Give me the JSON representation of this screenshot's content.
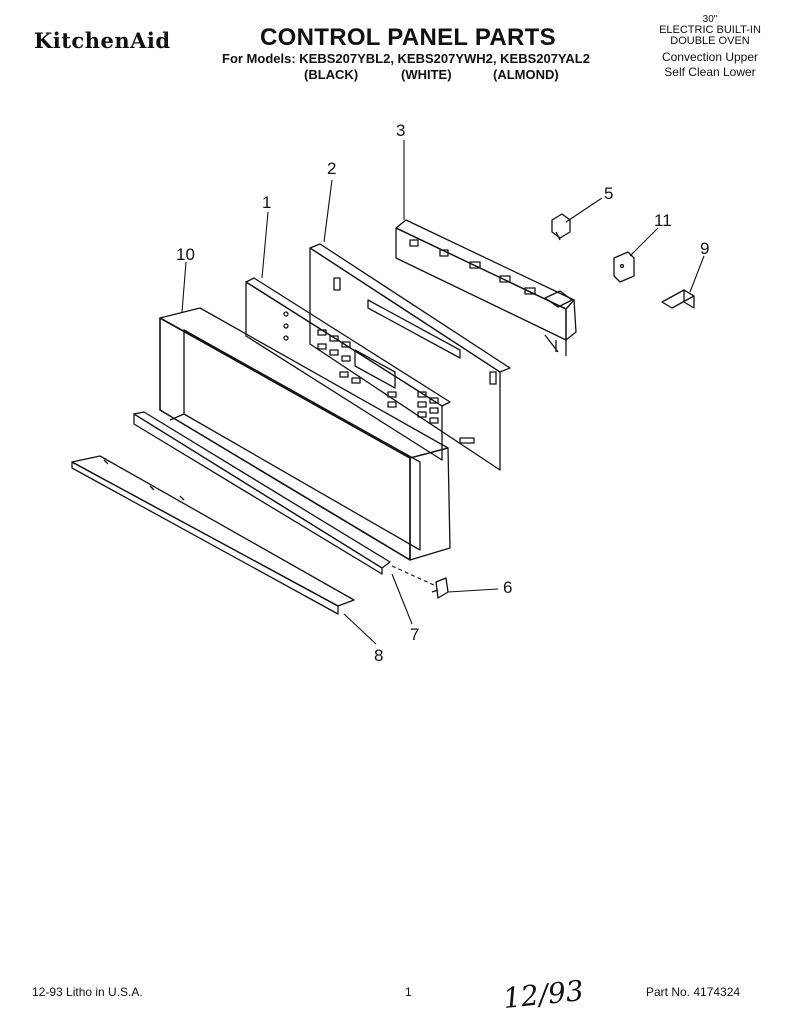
{
  "header": {
    "brand": "KitchenAid",
    "title": "CONTROL PANEL PARTS",
    "models_line": "For Models: KEBS207YBL2, KEBS207YWH2, KEBS207YAL2",
    "finishes": [
      "(BLACK)",
      "(WHITE)",
      "(ALMOND)"
    ]
  },
  "product": {
    "size": "30\"",
    "line1": "ELECTRIC BUILT-IN",
    "line2": "DOUBLE OVEN",
    "line3": "Convection Upper",
    "line4": "Self Clean Lower"
  },
  "callouts": {
    "c1": "1",
    "c2": "2",
    "c3": "3",
    "c5": "5",
    "c6": "6",
    "c7": "7",
    "c8": "8",
    "c9": "9",
    "c10": "10",
    "c11": "11"
  },
  "footer": {
    "litho": "12-93 Litho in U.S.A.",
    "page": "1",
    "handwritten": "12/93",
    "part_no": "Part No. 4174324"
  }
}
